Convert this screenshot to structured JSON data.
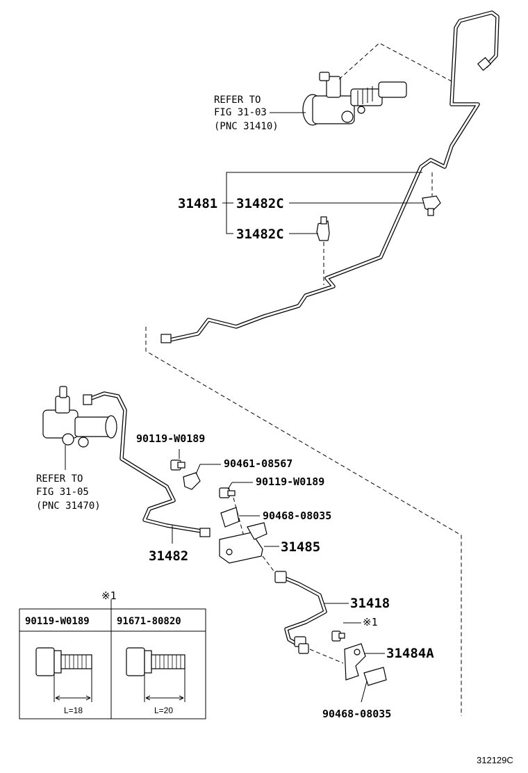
{
  "diagram": {
    "callouts": {
      "refer_top_1": "REFER TO",
      "refer_top_2": "FIG 31-03",
      "refer_top_3": "(PNC 31410)",
      "refer_mid_1": "REFER TO",
      "refer_mid_2": "FIG 31-05",
      "refer_mid_3": "(PNC 31470)"
    },
    "parts": {
      "p31481": "31481",
      "p31482c_a": "31482C",
      "p31482c_b": "31482C",
      "p90119_a": "90119-W0189",
      "p90461": "90461-08567",
      "p90119_b": "90119-W0189",
      "p90468_a": "90468-08035",
      "p31485": "31485",
      "p31482": "31482",
      "p31418": "31418",
      "mark1": "※1",
      "p31484a": "31484A",
      "p90468_b": "90468-08035"
    },
    "bolt_table": {
      "mark": "※1",
      "col1": "90119-W0189",
      "col2": "91671-80820",
      "len1": "L=18",
      "len2": "L=20"
    },
    "figure_number": "312129C"
  }
}
